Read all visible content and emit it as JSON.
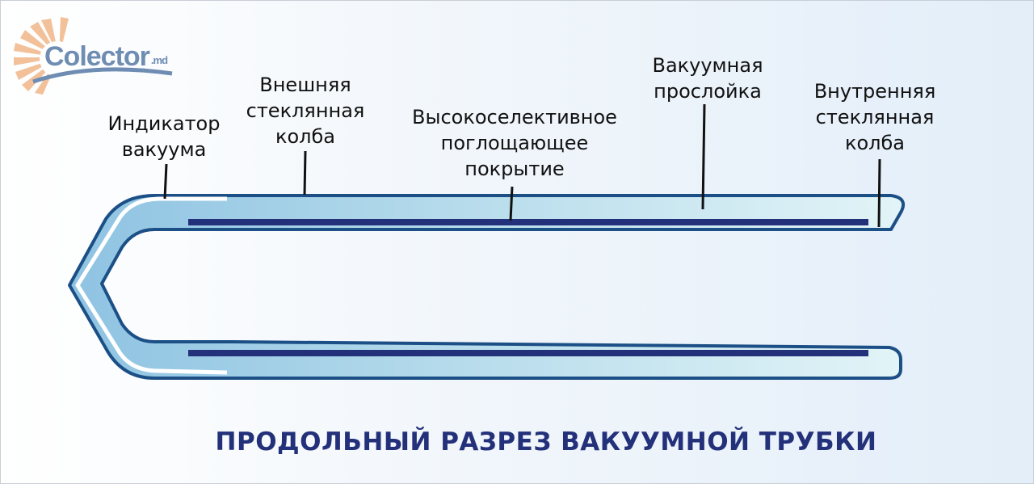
{
  "logo": {
    "name": "Colector",
    "tld": ".md"
  },
  "labels": {
    "indicator": "Индикатор\nвакуума",
    "outer_bulb": "Внешняя\nстеклянная\nколба",
    "coating": "Высокоселективное\nпоглощающее\nпокрытие",
    "vacuum_layer": "Вакуумная\nпрослойка",
    "inner_bulb": "Внутренняя\nстеклянная\nколба"
  },
  "title": "ПРОДОЛЬНЫЙ РАЗРЕЗ ВАКУУМНОЙ ТРУБКИ",
  "colors": {
    "outline": "#1b4f86",
    "glass_light": "#e2f4f7",
    "glass_dark": "#8ec3e2",
    "coating": "#23307a",
    "title": "#23307a",
    "indicator": "#ffffff"
  }
}
